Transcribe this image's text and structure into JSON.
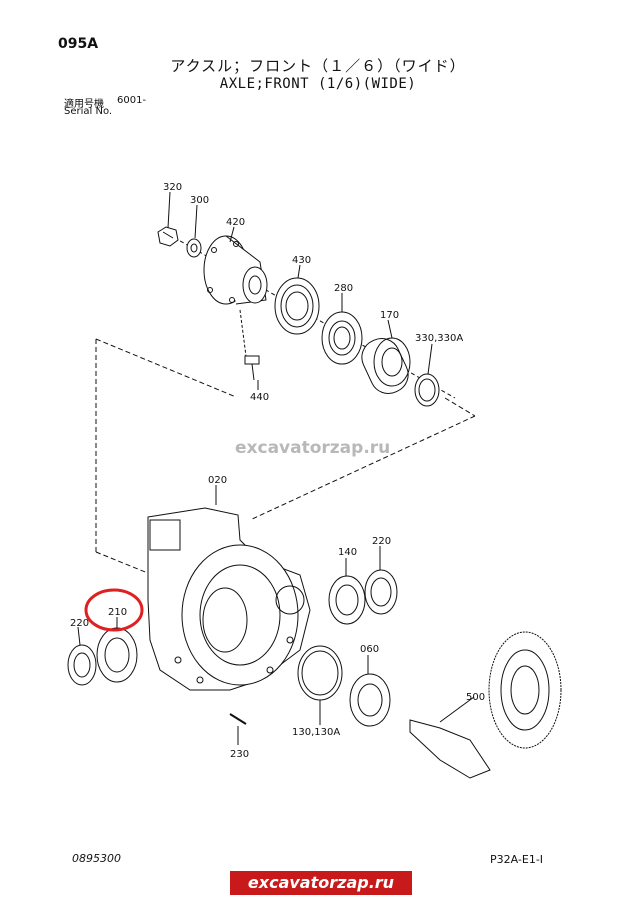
{
  "header": {
    "page_code": "095A",
    "title_jp": "アクスル；フロント（１／６）（ワイド）",
    "title_en": "AXLE;FRONT (1/6)(WIDE)",
    "serial_label_jp": "適用号機",
    "serial_value": "6001-",
    "serial_label_en": "Serial No."
  },
  "watermark": "excavatorzap.ru",
  "parts": [
    {
      "id": "part-320",
      "label": "320"
    },
    {
      "id": "part-300",
      "label": "300"
    },
    {
      "id": "part-420",
      "label": "420"
    },
    {
      "id": "part-430",
      "label": "430"
    },
    {
      "id": "part-280",
      "label": "280"
    },
    {
      "id": "part-170",
      "label": "170"
    },
    {
      "id": "part-330",
      "label": "330,330A"
    },
    {
      "id": "part-440",
      "label": "440"
    },
    {
      "id": "part-020",
      "label": "020"
    },
    {
      "id": "part-140",
      "label": "140"
    },
    {
      "id": "part-220a",
      "label": "220"
    },
    {
      "id": "part-210",
      "label": "210"
    },
    {
      "id": "part-220b",
      "label": "220"
    },
    {
      "id": "part-060",
      "label": "060"
    },
    {
      "id": "part-500",
      "label": "500"
    },
    {
      "id": "part-130",
      "label": "130,130A"
    },
    {
      "id": "part-230",
      "label": "230"
    }
  ],
  "highlight": {
    "part": "210",
    "color": "#e02020"
  },
  "footer": {
    "doc_number": "0895300",
    "sheet_code": "P32A-E1-I",
    "site_banner": "excavatorzap.ru",
    "banner_color": "#c81a1a"
  }
}
